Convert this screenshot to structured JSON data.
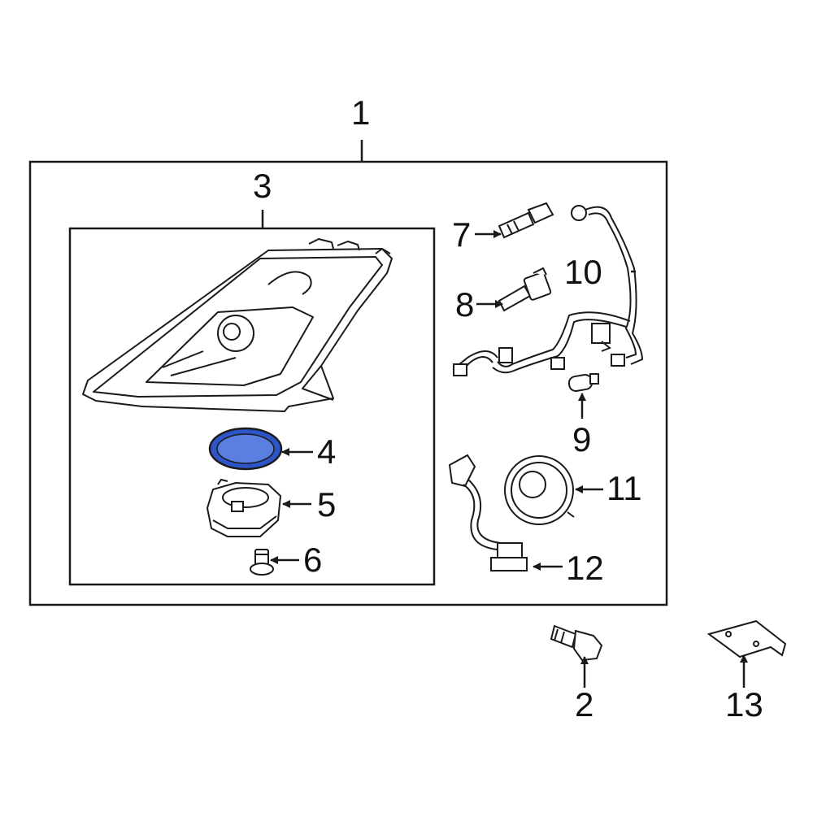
{
  "diagram": {
    "line_color": "#1a1a1a",
    "highlight_fill": "#2d55c8",
    "highlight_inner": "#5a7fe0",
    "callouts": {
      "c1": "1",
      "c2": "2",
      "c3": "3",
      "c4": "4",
      "c5": "5",
      "c6": "6",
      "c7": "7",
      "c8": "8",
      "c9": "9",
      "c10": "10",
      "c11": "11",
      "c12": "12",
      "c13": "13"
    }
  }
}
